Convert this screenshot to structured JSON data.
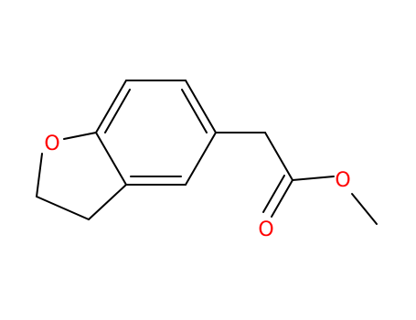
{
  "diagram": {
    "type": "chemical-structure",
    "colors": {
      "background": "#ffffff",
      "bond": "#000000",
      "oxygen": "#ff0000"
    },
    "atom_labels": {
      "ring_oxygen": "O",
      "ester_oxygen": "O",
      "carbonyl_oxygen": "O"
    }
  }
}
